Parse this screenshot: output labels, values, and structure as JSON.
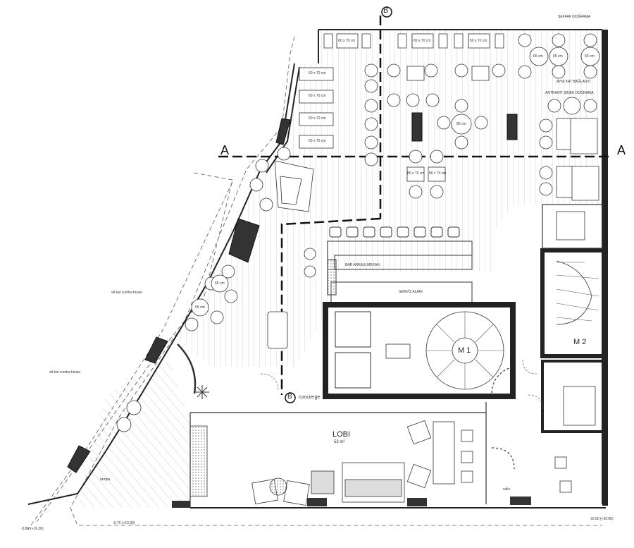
{
  "section_markers": {
    "a": "A",
    "b": "B"
  },
  "rooms": {
    "lobby": {
      "name": "LOBI",
      "area": "53 m²"
    },
    "core1": "M 1",
    "core2": "M 2"
  },
  "notes": {
    "roof_label_top": "ŞEFFAF DOĞRAMA",
    "roof_label_right1": "AYNI KAT BAĞLANTI",
    "roof_label_right2": "ANTRAHİT SİNEK DOĞRAMA",
    "bar_label": "BAR ARKASI MEKAN",
    "counter_label": "SERVİS ALANI",
    "canopy1": "alt kat cumba hizası",
    "canopy2": "alt kat cumba hizası",
    "concierge": "concierge",
    "luggage": "valiz",
    "ramp": "rampa"
  },
  "levels": {
    "left": "-0.80 (+19.20)",
    "left2": "-0.70 (+19.30)",
    "right": "±0.00 (+20.00)"
  },
  "table_sizes": {
    "t60x70": "60 x 70 cm",
    "t80x70": "80 x 70 cm",
    "r65": "65 cm",
    "r80": "80 cm"
  },
  "colors": {
    "wall": "#222222",
    "line": "#444444",
    "hatch": "#999999"
  }
}
